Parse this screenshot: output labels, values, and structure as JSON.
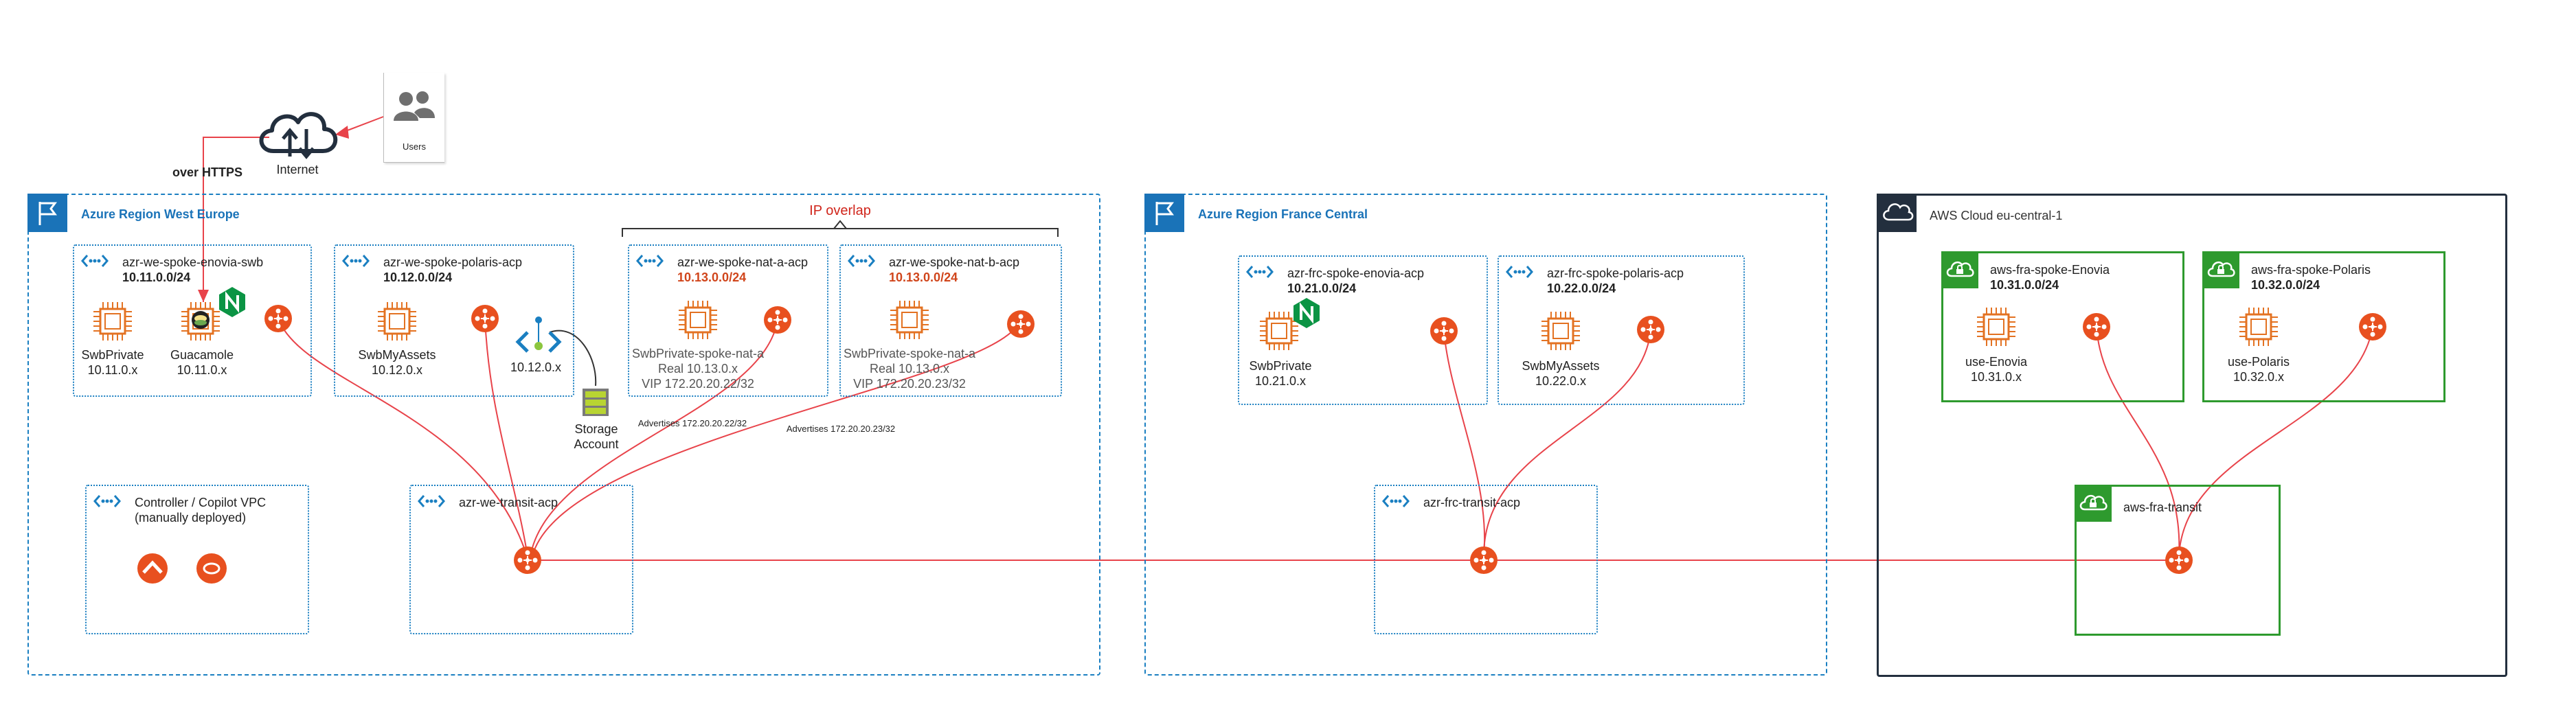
{
  "internet": {
    "label": "Internet",
    "https_label": "over HTTPS"
  },
  "users": {
    "label": "Users"
  },
  "regions": {
    "we": {
      "title": "Azure Region West Europe"
    },
    "frc": {
      "title": "Azure Region France Central"
    },
    "aws": {
      "title": "AWS Cloud eu-central-1"
    }
  },
  "ip_overlap": "IP overlap",
  "vnets": {
    "enovia_swb": {
      "name": "azr-we-spoke-enovia-swb",
      "cidr": "10.11.0.0/24"
    },
    "polaris": {
      "name": "azr-we-spoke-polaris-acp",
      "cidr": "10.12.0.0/24"
    },
    "nat_a": {
      "name": "azr-we-spoke-nat-a-acp",
      "cidr": "10.13.0.0/24"
    },
    "nat_b": {
      "name": "azr-we-spoke-nat-b-acp",
      "cidr": "10.13.0.0/24"
    },
    "controller": {
      "name": "Controller / Copilot VPC",
      "note": "(manually deployed)"
    },
    "we_transit": {
      "name": "azr-we-transit-acp"
    },
    "frc_enovia": {
      "name": "azr-frc-spoke-enovia-acp",
      "cidr": "10.21.0.0/24"
    },
    "frc_polaris": {
      "name": "azr-frc-spoke-polaris-acp",
      "cidr": "10.22.0.0/24"
    },
    "frc_transit": {
      "name": "azr-frc-transit-acp"
    }
  },
  "vpcs": {
    "enovia": {
      "name": "aws-fra-spoke-Enovia",
      "cidr": "10.31.0.0/24"
    },
    "polaris": {
      "name": "aws-fra-spoke-Polaris",
      "cidr": "10.32.0.0/24"
    },
    "transit": {
      "name": "aws-fra-transit"
    }
  },
  "hosts": {
    "swb_private": {
      "name": "SwbPrivate",
      "ip": "10.11.0.x"
    },
    "guacamole": {
      "name": "Guacamole",
      "ip": "10.11.0.x"
    },
    "swb_myassets": {
      "name": "SwbMyAssets",
      "ip": "10.12.0.x"
    },
    "polaris_pe": {
      "ip": "10.12.0.x"
    },
    "storage": {
      "line1": "Storage",
      "line2": "Account"
    },
    "nat_a": {
      "name": "SwbPrivate-spoke-nat-a",
      "real": "Real 10.13.0.x",
      "vip": "VIP 172.20.20.22/32"
    },
    "nat_b": {
      "name": "SwbPrivate-spoke-nat-a",
      "real": "Real 10.13.0.x",
      "vip": "VIP 172.20.20.23/32"
    },
    "frc_swb_private": {
      "name": "SwbPrivate",
      "ip": "10.21.0.x"
    },
    "frc_swb_myassets": {
      "name": "SwbMyAssets",
      "ip": "10.22.0.x"
    },
    "use_enovia": {
      "name": "use-Enovia",
      "ip": "10.31.0.x"
    },
    "use_polaris": {
      "name": "use-Polaris",
      "ip": "10.32.0.x"
    }
  },
  "advertise": {
    "a": "Advertises 172.20.20.22/32",
    "b": "Advertises 172.20.20.23/32"
  },
  "colors": {
    "azure_blue": "#1a7fc1",
    "gateway_orange": "#e8501f",
    "link_red": "#e8434a",
    "aws_dark": "#232f3e",
    "vpc_green": "#2e9a2e",
    "chip_orange": "#e37222"
  }
}
